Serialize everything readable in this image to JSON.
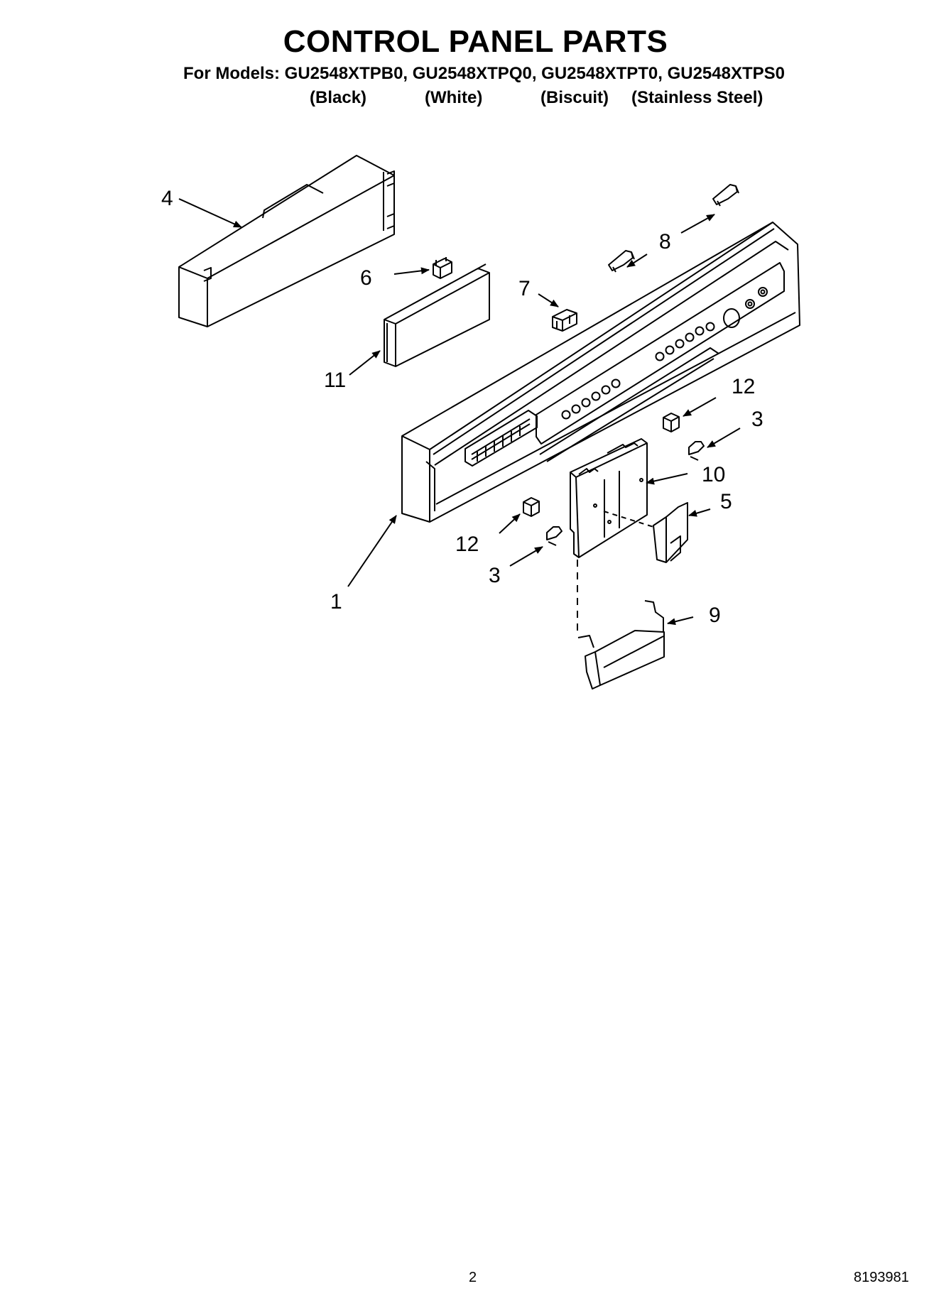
{
  "header": {
    "title": "CONTROL PANEL PARTS",
    "models_line": "For Models: GU2548XTPB0, GU2548XTPQ0, GU2548XTPT0, GU2548XTPS0",
    "colors": [
      "(Black)",
      "(White)",
      "(Biscuit)",
      "(Stainless Steel)"
    ]
  },
  "callouts": {
    "c1": "1",
    "c3a": "3",
    "c3b": "3",
    "c4": "4",
    "c5": "5",
    "c6": "6",
    "c7": "7",
    "c8": "8",
    "c9": "9",
    "c10": "10",
    "c11": "11",
    "c12a": "12",
    "c12b": "12"
  },
  "footer": {
    "page_number": "2",
    "document_code": "8193981"
  }
}
